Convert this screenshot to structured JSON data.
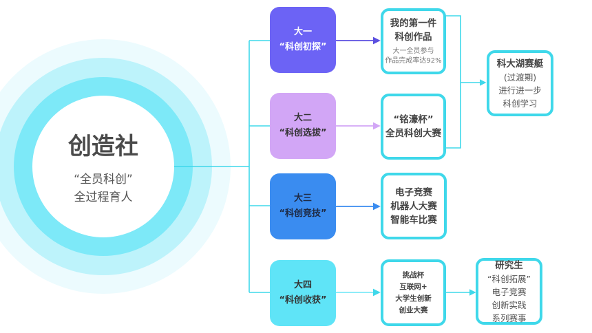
{
  "center": {
    "title": "创造社",
    "line1": "“全员科创”",
    "line2": "全过程育人"
  },
  "stages": [
    {
      "year": "大一",
      "name": "“科创初探”",
      "color": "#6c63f5"
    },
    {
      "year": "大二",
      "name": "“科创选拔”",
      "color": "#d2a6f6"
    },
    {
      "year": "大三",
      "name": "“科创竞技”",
      "color": "#3a8cf0"
    },
    {
      "year": "大四",
      "name": "“科创收获”",
      "color": "#5fe4f7"
    }
  ],
  "outcomes": {
    "first_work": {
      "title1": "我的第一件",
      "title2": "科创作品",
      "note1": "大一全员参与",
      "note2": "作品完成率达92%"
    },
    "mingyu_cup": {
      "title1": "“铭濠杯”",
      "title2": "全员科创大赛"
    },
    "competitions": {
      "line1": "电子竞赛",
      "line2": "机器人大赛",
      "line3": "智能车比赛"
    },
    "challenge": {
      "line1": "挑战杯",
      "line2": "互联网+",
      "line3": "大学生创新",
      "line4": "创业大赛"
    },
    "kedahu": {
      "title": "科大湖赛艇",
      "line1": "(过渡期)",
      "line2": "进行进一步",
      "line3": "科创学习"
    },
    "graduate": {
      "title": "研究生",
      "line1": "“科创拓展”",
      "line2": "电子竞赛",
      "line3": "创新实践",
      "line4": "系列赛事"
    }
  },
  "colors": {
    "connector": "#3fd8ea"
  }
}
